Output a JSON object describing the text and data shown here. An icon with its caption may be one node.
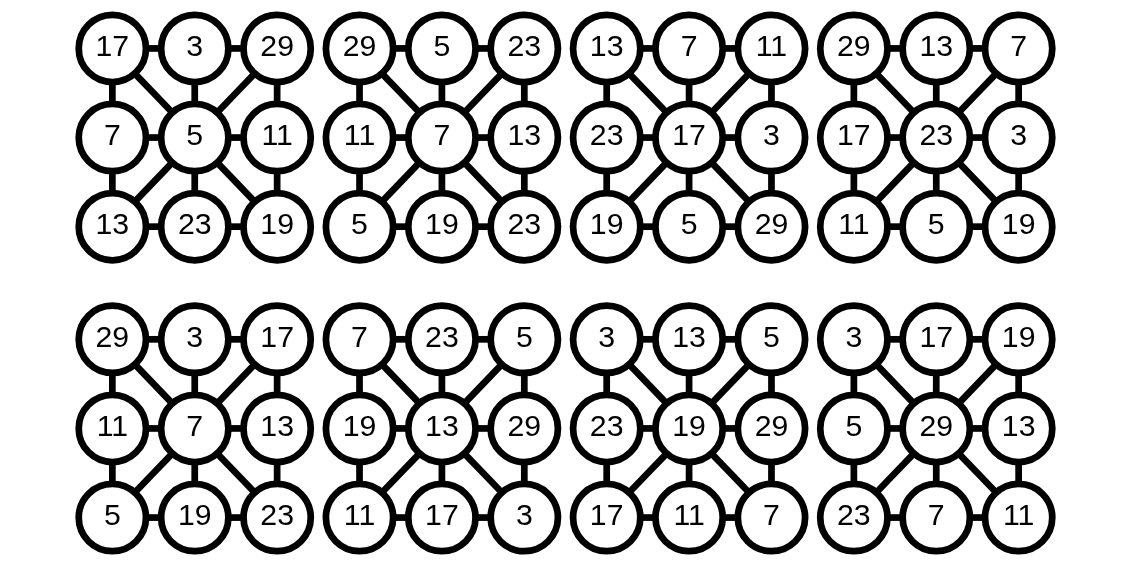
{
  "diagram": {
    "nodes": [
      {
        "text": [
          "17"
        ]
      },
      {
        "text": [
          "3"
        ]
      },
      {
        "text": [
          "29"
        ]
      },
      {
        "text": [
          "7"
        ]
      },
      {
        "text": [
          "5"
        ]
      },
      {
        "text": [
          "11"
        ]
      },
      {
        "text": [
          "13"
        ]
      },
      {
        "text": [
          "23"
        ]
      },
      {
        "text": [
          "19"
        ]
      },
      {
        "text": [
          "29"
        ]
      },
      {
        "text": [
          "5"
        ]
      },
      {
        "text": [
          "23"
        ]
      },
      {
        "text": [
          "11"
        ]
      },
      {
        "text": [
          "7"
        ]
      },
      {
        "text": [
          "13"
        ]
      },
      {
        "text": [
          "5"
        ]
      },
      {
        "text": [
          "19"
        ]
      },
      {
        "text": [
          "23"
        ]
      },
      {
        "text": [
          "13"
        ]
      },
      {
        "text": [
          "7"
        ]
      },
      {
        "text": [
          "11"
        ]
      },
      {
        "text": [
          "23"
        ]
      },
      {
        "text": [
          "17"
        ]
      },
      {
        "text": [
          "3"
        ]
      },
      {
        "text": [
          "19"
        ]
      },
      {
        "text": [
          "5"
        ]
      },
      {
        "text": [
          "29"
        ]
      },
      {
        "text": [
          "29"
        ]
      },
      {
        "text": [
          "13"
        ]
      },
      {
        "text": [
          "7"
        ]
      },
      {
        "text": [
          "17"
        ]
      },
      {
        "text": [
          "23"
        ]
      },
      {
        "text": [
          "3"
        ]
      },
      {
        "text": [
          "11"
        ]
      },
      {
        "text": [
          "5"
        ]
      },
      {
        "text": [
          "19"
        ]
      },
      {
        "text": [
          "29"
        ]
      },
      {
        "text": [
          "3"
        ]
      },
      {
        "text": [
          "17"
        ]
      },
      {
        "text": [
          "11"
        ]
      },
      {
        "text": [
          "7"
        ]
      },
      {
        "text": [
          "13"
        ]
      },
      {
        "text": [
          "5"
        ]
      },
      {
        "text": [
          "19"
        ]
      },
      {
        "text": [
          "23"
        ]
      },
      {
        "text": [
          "7"
        ]
      },
      {
        "text": [
          "23"
        ]
      },
      {
        "text": [
          "5"
        ]
      },
      {
        "text": [
          "19"
        ]
      },
      {
        "text": [
          "13"
        ]
      },
      {
        "text": [
          "29"
        ]
      },
      {
        "text": [
          "11"
        ]
      },
      {
        "text": [
          "17"
        ]
      },
      {
        "text": [
          "3"
        ]
      },
      {
        "text": [
          "3"
        ]
      },
      {
        "text": [
          "13"
        ]
      },
      {
        "text": [
          "5"
        ]
      },
      {
        "text": [
          "23"
        ]
      },
      {
        "text": [
          "19"
        ]
      },
      {
        "text": [
          "29"
        ]
      },
      {
        "text": [
          "17"
        ]
      },
      {
        "text": [
          "11"
        ]
      },
      {
        "text": [
          "7"
        ]
      },
      {
        "text": [
          "3"
        ]
      },
      {
        "text": [
          "17"
        ]
      },
      {
        "text": [
          "19"
        ]
      },
      {
        "text": [
          "5"
        ]
      },
      {
        "text": [
          "29"
        ]
      },
      {
        "text": [
          "13"
        ]
      },
      {
        "text": [
          "23"
        ]
      },
      {
        "text": [
          "7"
        ]
      },
      {
        "text": [
          "11"
        ]
      }
    ],
    "edges": [
      {
        "from": 0,
        "to": 4,
        "arrow": "none"
      },
      {
        "from": 1,
        "to": 4,
        "arrow": "none"
      },
      {
        "from": 2,
        "to": 4,
        "arrow": "none"
      },
      {
        "from": 3,
        "to": 4,
        "arrow": "none"
      },
      {
        "from": 4,
        "to": 5,
        "arrow": "none"
      },
      {
        "from": 4,
        "to": 6,
        "arrow": "none"
      },
      {
        "from": 4,
        "to": 7,
        "arrow": "none"
      },
      {
        "from": 4,
        "to": 8,
        "arrow": "none"
      },
      {
        "from": 0,
        "to": 1,
        "arrow": "none"
      },
      {
        "from": 1,
        "to": 2,
        "arrow": "none"
      },
      {
        "from": 2,
        "to": 5,
        "arrow": "none"
      },
      {
        "from": 5,
        "to": 8,
        "arrow": "none"
      },
      {
        "from": 7,
        "to": 8,
        "arrow": "none"
      },
      {
        "from": 6,
        "to": 7,
        "arrow": "none"
      },
      {
        "from": 3,
        "to": 6,
        "arrow": "none"
      },
      {
        "from": 0,
        "to": 3,
        "arrow": "none"
      },
      {
        "from": 9,
        "to": 13,
        "arrow": "none"
      },
      {
        "from": 10,
        "to": 13,
        "arrow": "none"
      },
      {
        "from": 11,
        "to": 13,
        "arrow": "none"
      },
      {
        "from": 12,
        "to": 13,
        "arrow": "none"
      },
      {
        "from": 13,
        "to": 14,
        "arrow": "none"
      },
      {
        "from": 13,
        "to": 15,
        "arrow": "none"
      },
      {
        "from": 13,
        "to": 16,
        "arrow": "none"
      },
      {
        "from": 13,
        "to": 17,
        "arrow": "none"
      },
      {
        "from": 9,
        "to": 10,
        "arrow": "none"
      },
      {
        "from": 10,
        "to": 11,
        "arrow": "none"
      },
      {
        "from": 11,
        "to": 14,
        "arrow": "none"
      },
      {
        "from": 14,
        "to": 17,
        "arrow": "none"
      },
      {
        "from": 16,
        "to": 17,
        "arrow": "none"
      },
      {
        "from": 15,
        "to": 16,
        "arrow": "none"
      },
      {
        "from": 12,
        "to": 15,
        "arrow": "none"
      },
      {
        "from": 9,
        "to": 12,
        "arrow": "none"
      },
      {
        "from": 18,
        "to": 22,
        "arrow": "none"
      },
      {
        "from": 19,
        "to": 22,
        "arrow": "none"
      },
      {
        "from": 20,
        "to": 22,
        "arrow": "none"
      },
      {
        "from": 21,
        "to": 22,
        "arrow": "none"
      },
      {
        "from": 22,
        "to": 23,
        "arrow": "none"
      },
      {
        "from": 22,
        "to": 24,
        "arrow": "none"
      },
      {
        "from": 22,
        "to": 25,
        "arrow": "none"
      },
      {
        "from": 22,
        "to": 26,
        "arrow": "none"
      },
      {
        "from": 18,
        "to": 19,
        "arrow": "none"
      },
      {
        "from": 19,
        "to": 20,
        "arrow": "none"
      },
      {
        "from": 20,
        "to": 23,
        "arrow": "none"
      },
      {
        "from": 23,
        "to": 26,
        "arrow": "none"
      },
      {
        "from": 25,
        "to": 26,
        "arrow": "none"
      },
      {
        "from": 24,
        "to": 25,
        "arrow": "none"
      },
      {
        "from": 21,
        "to": 24,
        "arrow": "none"
      },
      {
        "from": 18,
        "to": 21,
        "arrow": "none"
      },
      {
        "from": 27,
        "to": 31,
        "arrow": "none"
      },
      {
        "from": 28,
        "to": 31,
        "arrow": "none"
      },
      {
        "from": 29,
        "to": 31,
        "arrow": "none"
      },
      {
        "from": 30,
        "to": 31,
        "arrow": "none"
      },
      {
        "from": 31,
        "to": 32,
        "arrow": "none"
      },
      {
        "from": 31,
        "to": 33,
        "arrow": "none"
      },
      {
        "from": 31,
        "to": 34,
        "arrow": "none"
      },
      {
        "from": 31,
        "to": 35,
        "arrow": "none"
      },
      {
        "from": 27,
        "to": 28,
        "arrow": "none"
      },
      {
        "from": 28,
        "to": 29,
        "arrow": "none"
      },
      {
        "from": 29,
        "to": 32,
        "arrow": "none"
      },
      {
        "from": 32,
        "to": 35,
        "arrow": "none"
      },
      {
        "from": 34,
        "to": 35,
        "arrow": "none"
      },
      {
        "from": 33,
        "to": 34,
        "arrow": "none"
      },
      {
        "from": 30,
        "to": 33,
        "arrow": "none"
      },
      {
        "from": 27,
        "to": 30,
        "arrow": "none"
      },
      {
        "from": 36,
        "to": 40,
        "arrow": "none"
      },
      {
        "from": 37,
        "to": 40,
        "arrow": "none"
      },
      {
        "from": 38,
        "to": 40,
        "arrow": "none"
      },
      {
        "from": 39,
        "to": 40,
        "arrow": "none"
      },
      {
        "from": 40,
        "to": 41,
        "arrow": "none"
      },
      {
        "from": 40,
        "to": 42,
        "arrow": "none"
      },
      {
        "from": 40,
        "to": 43,
        "arrow": "none"
      },
      {
        "from": 40,
        "to": 44,
        "arrow": "none"
      },
      {
        "from": 36,
        "to": 37,
        "arrow": "none"
      },
      {
        "from": 37,
        "to": 38,
        "arrow": "none"
      },
      {
        "from": 38,
        "to": 41,
        "arrow": "none"
      },
      {
        "from": 41,
        "to": 44,
        "arrow": "none"
      },
      {
        "from": 43,
        "to": 44,
        "arrow": "none"
      },
      {
        "from": 42,
        "to": 43,
        "arrow": "none"
      },
      {
        "from": 39,
        "to": 42,
        "arrow": "none"
      },
      {
        "from": 36,
        "to": 39,
        "arrow": "none"
      },
      {
        "from": 45,
        "to": 49,
        "arrow": "none"
      },
      {
        "from": 46,
        "to": 49,
        "arrow": "none"
      },
      {
        "from": 47,
        "to": 49,
        "arrow": "none"
      },
      {
        "from": 48,
        "to": 49,
        "arrow": "none"
      },
      {
        "from": 49,
        "to": 50,
        "arrow": "none"
      },
      {
        "from": 49,
        "to": 51,
        "arrow": "none"
      },
      {
        "from": 49,
        "to": 52,
        "arrow": "none"
      },
      {
        "from": 49,
        "to": 53,
        "arrow": "none"
      },
      {
        "from": 45,
        "to": 46,
        "arrow": "none"
      },
      {
        "from": 46,
        "to": 47,
        "arrow": "none"
      },
      {
        "from": 47,
        "to": 50,
        "arrow": "none"
      },
      {
        "from": 50,
        "to": 53,
        "arrow": "none"
      },
      {
        "from": 52,
        "to": 53,
        "arrow": "none"
      },
      {
        "from": 51,
        "to": 52,
        "arrow": "none"
      },
      {
        "from": 48,
        "to": 51,
        "arrow": "none"
      },
      {
        "from": 45,
        "to": 48,
        "arrow": "none"
      },
      {
        "from": 54,
        "to": 58,
        "arrow": "none"
      },
      {
        "from": 55,
        "to": 58,
        "arrow": "none"
      },
      {
        "from": 56,
        "to": 58,
        "arrow": "none"
      },
      {
        "from": 57,
        "to": 58,
        "arrow": "none"
      },
      {
        "from": 58,
        "to": 59,
        "arrow": "none"
      },
      {
        "from": 58,
        "to": 60,
        "arrow": "none"
      },
      {
        "from": 58,
        "to": 61,
        "arrow": "none"
      },
      {
        "from": 58,
        "to": 62,
        "arrow": "none"
      },
      {
        "from": 54,
        "to": 55,
        "arrow": "none"
      },
      {
        "from": 55,
        "to": 56,
        "arrow": "none"
      },
      {
        "from": 56,
        "to": 59,
        "arrow": "none"
      },
      {
        "from": 59,
        "to": 62,
        "arrow": "none"
      },
      {
        "from": 61,
        "to": 62,
        "arrow": "none"
      },
      {
        "from": 60,
        "to": 61,
        "arrow": "none"
      },
      {
        "from": 57,
        "to": 60,
        "arrow": "none"
      },
      {
        "from": 54,
        "to": 57,
        "arrow": "none"
      },
      {
        "from": 63,
        "to": 67,
        "arrow": "none"
      },
      {
        "from": 64,
        "to": 67,
        "arrow": "none"
      },
      {
        "from": 65,
        "to": 67,
        "arrow": "none"
      },
      {
        "from": 66,
        "to": 67,
        "arrow": "none"
      },
      {
        "from": 67,
        "to": 68,
        "arrow": "none"
      },
      {
        "from": 67,
        "to": 69,
        "arrow": "none"
      },
      {
        "from": 67,
        "to": 70,
        "arrow": "none"
      },
      {
        "from": 67,
        "to": 71,
        "arrow": "none"
      },
      {
        "from": 63,
        "to": 64,
        "arrow": "none"
      },
      {
        "from": 64,
        "to": 65,
        "arrow": "none"
      },
      {
        "from": 65,
        "to": 68,
        "arrow": "none"
      },
      {
        "from": 68,
        "to": 71,
        "arrow": "none"
      },
      {
        "from": 70,
        "to": 71,
        "arrow": "none"
      },
      {
        "from": 69,
        "to": 70,
        "arrow": "none"
      },
      {
        "from": 66,
        "to": 69,
        "arrow": "none"
      },
      {
        "from": 63,
        "to": 66,
        "arrow": "none"
      }
    ]
  }
}
